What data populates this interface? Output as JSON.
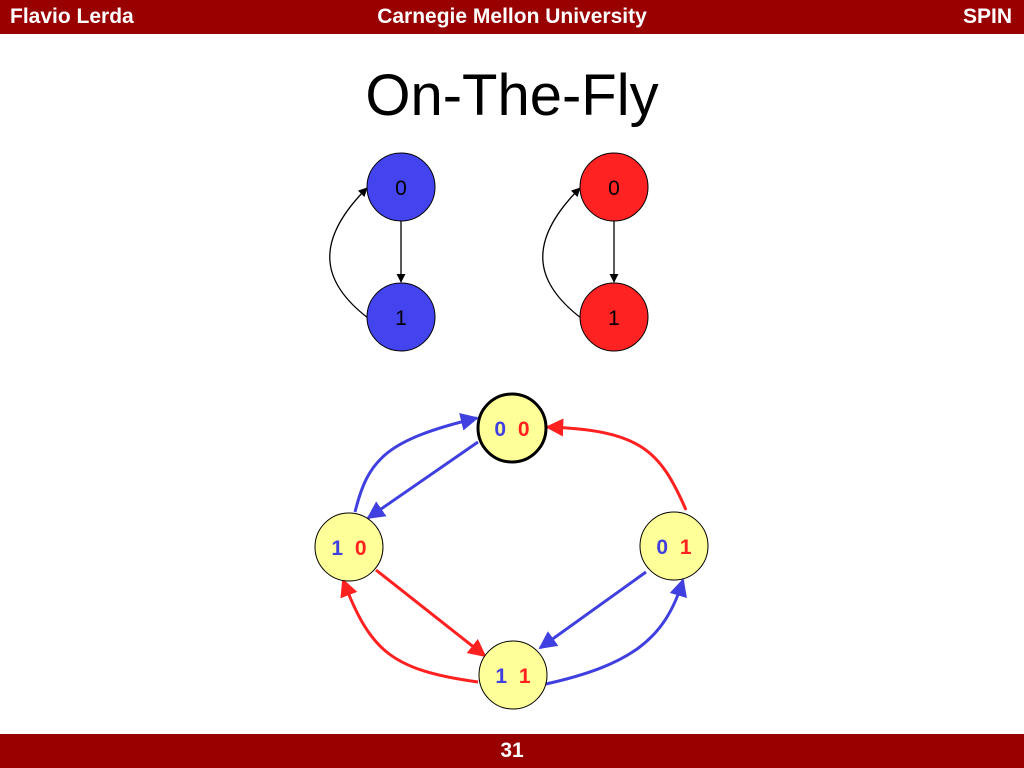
{
  "header": {
    "left": "Flavio Lerda",
    "center": "Carnegie Mellon University",
    "right": "SPIN"
  },
  "title": "On-The-Fly",
  "colors": {
    "brand": "#990000",
    "blue": "#4040e0",
    "red": "#ff2020",
    "node_blue": "#4444ee",
    "node_red": "#ff2222",
    "product_node": "#ffff99"
  },
  "blue_automaton": {
    "states": [
      {
        "label": "0"
      },
      {
        "label": "1"
      }
    ]
  },
  "red_automaton": {
    "states": [
      {
        "label": "0"
      },
      {
        "label": "1"
      }
    ]
  },
  "product_automaton": {
    "states": [
      {
        "blue": "0",
        "red": "0"
      },
      {
        "blue": "1",
        "red": "0"
      },
      {
        "blue": "0",
        "red": "1"
      },
      {
        "blue": "1",
        "red": "1"
      }
    ]
  },
  "footer": {
    "page_number": "31"
  }
}
